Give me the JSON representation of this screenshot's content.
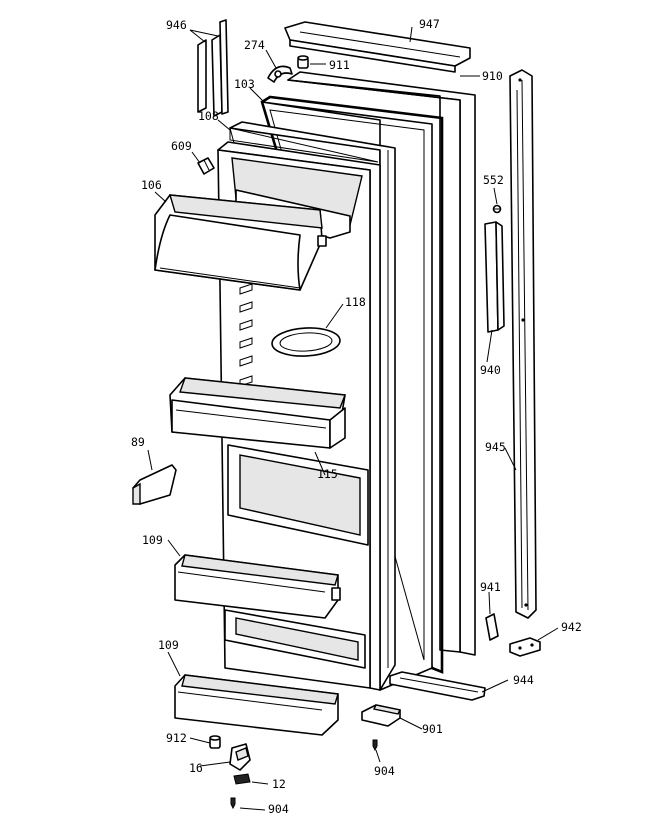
{
  "diagram": {
    "callouts": {
      "c946": "946",
      "c947": "947",
      "c274": "274",
      "c911": "911",
      "c910": "910",
      "c103": "103",
      "c108": "108",
      "c609": "609",
      "c552": "552",
      "c106": "106",
      "c118": "118",
      "c940": "940",
      "c945": "945",
      "c89": "89",
      "c115": "115",
      "c109a": "109",
      "c109b": "109",
      "c941": "941",
      "c942": "942",
      "c944": "944",
      "c901": "901",
      "c912": "912",
      "c16": "16",
      "c12": "12",
      "c904a": "904",
      "c904b": "904"
    }
  }
}
